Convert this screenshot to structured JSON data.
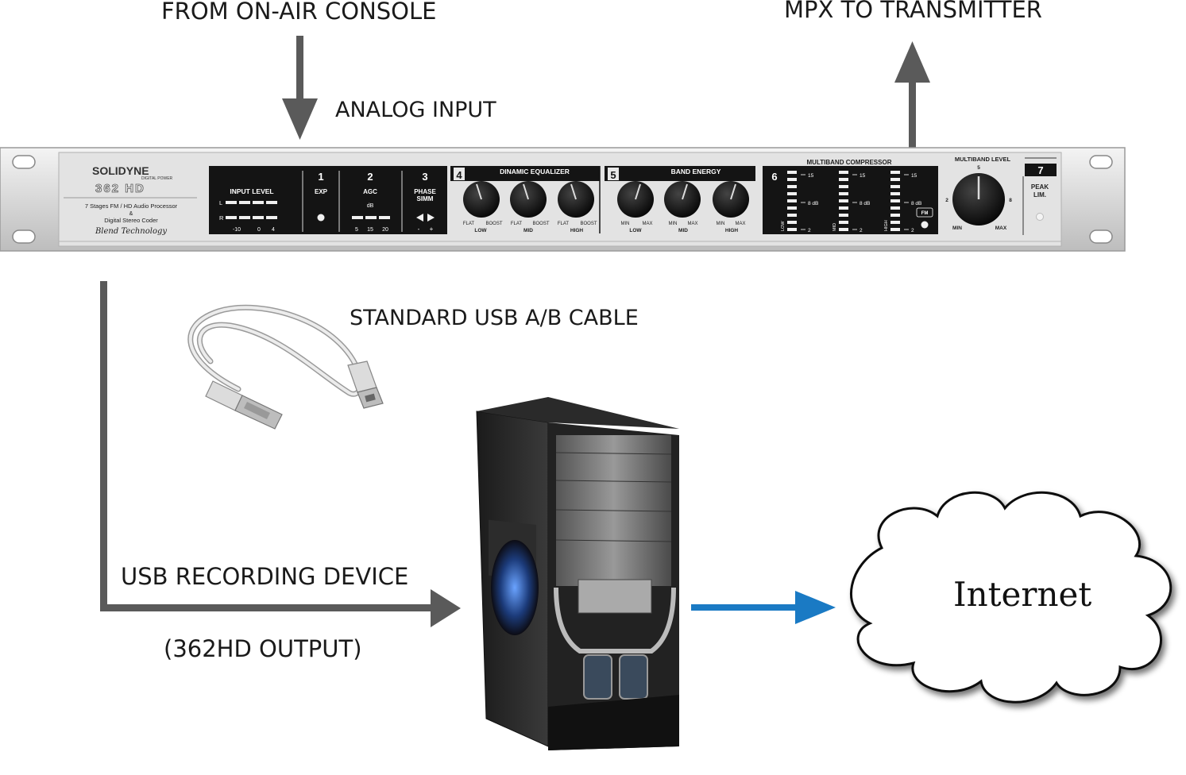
{
  "labels": {
    "console": "FROM ON-AIR CONSOLE",
    "mpx": "MPX TO TRANSMITTER",
    "analog_input": "ANALOG INPUT",
    "usb_cable": "STANDARD USB A/B  CABLE",
    "usb_recording": "USB RECORDING DEVICE",
    "output": "(362HD OUTPUT)",
    "internet": "Internet"
  },
  "device": {
    "brand": "SOLIDYNE",
    "brand_sub": "DIGITAL POWER",
    "model": "362 HD",
    "desc1": "7 Stages FM / HD Audio Processor",
    "desc2": "&",
    "desc3": "Digital Stereo Coder",
    "desc4": "Blend Technology",
    "input_level": "INPUT LEVEL",
    "ch_l": "L",
    "ch_r": "R",
    "scale_m10": "-10",
    "scale_0": "0",
    "scale_4": "4",
    "s1_num": "1",
    "s1_name": "EXP",
    "s2_num": "2",
    "s2_name": "AGC",
    "s2_unit": "dB",
    "s2_sc1": "5",
    "s2_sc2": "15",
    "s2_sc3": "20",
    "s3_num": "3",
    "s3_name1": "PHASE",
    "s3_name2": "SIMM",
    "s3_minus": "-",
    "s3_plus": "+",
    "s4_num": "4",
    "s4_title": "DINAMIC EQUALIZER",
    "s4_k_flat": "FLAT",
    "s4_k_boost": "BOOST",
    "s4_low": "LOW",
    "s4_mid": "MID",
    "s4_high": "HIGH",
    "s5_num": "5",
    "s5_title": "BAND ENERGY",
    "s5_min": "MIN",
    "s5_max": "MAX",
    "s5_low": "LOW",
    "s5_mid": "MID",
    "s5_high": "HIGH",
    "s6_num": "6",
    "s6_title": "MULTIBAND COMPRESSOR",
    "s6_15": "15",
    "s6_8db": "8 dB",
    "s6_2": "2",
    "s6_low": "LOW",
    "s6_mid": "MID",
    "s6_high": "HIGH",
    "s6_fm": "FM",
    "mb_title": "MULTIBAND LEVEL",
    "mb_5": "5",
    "mb_2": "2",
    "mb_8": "8",
    "mb_min": "MIN",
    "mb_max": "MAX",
    "s7_num": "7",
    "s7_name1": "PEAK",
    "s7_name2": "LIM."
  },
  "colors": {
    "arrow_gray": "#5a5a5a",
    "arrow_blue": "#1a7ac4",
    "panel_dark": "#141414",
    "rack_silver": "#dcdcdc"
  }
}
